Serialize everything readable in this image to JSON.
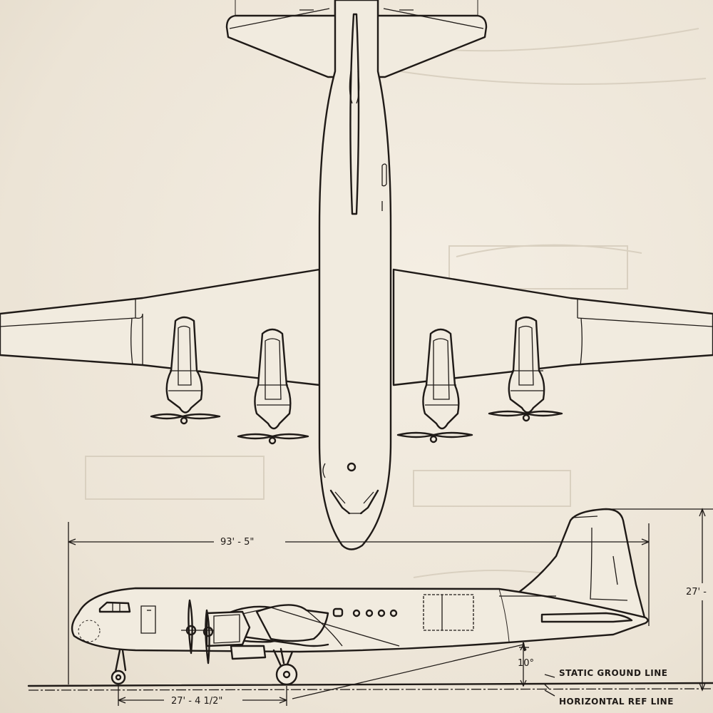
{
  "dimensions": {
    "length": "93' - 5\"",
    "height": "27' -",
    "nose_to_main_gear": "27' - 4 1/2\"",
    "ground_angle": "10°"
  },
  "labels": {
    "static_ground_line": "STATIC GROUND LINE",
    "horizontal_ref_line": "HORIZONTAL REF LINE"
  },
  "colors": {
    "paper": "#efe8db",
    "ink": "#1f1a17",
    "bleed_through": "#d9d0c0"
  }
}
